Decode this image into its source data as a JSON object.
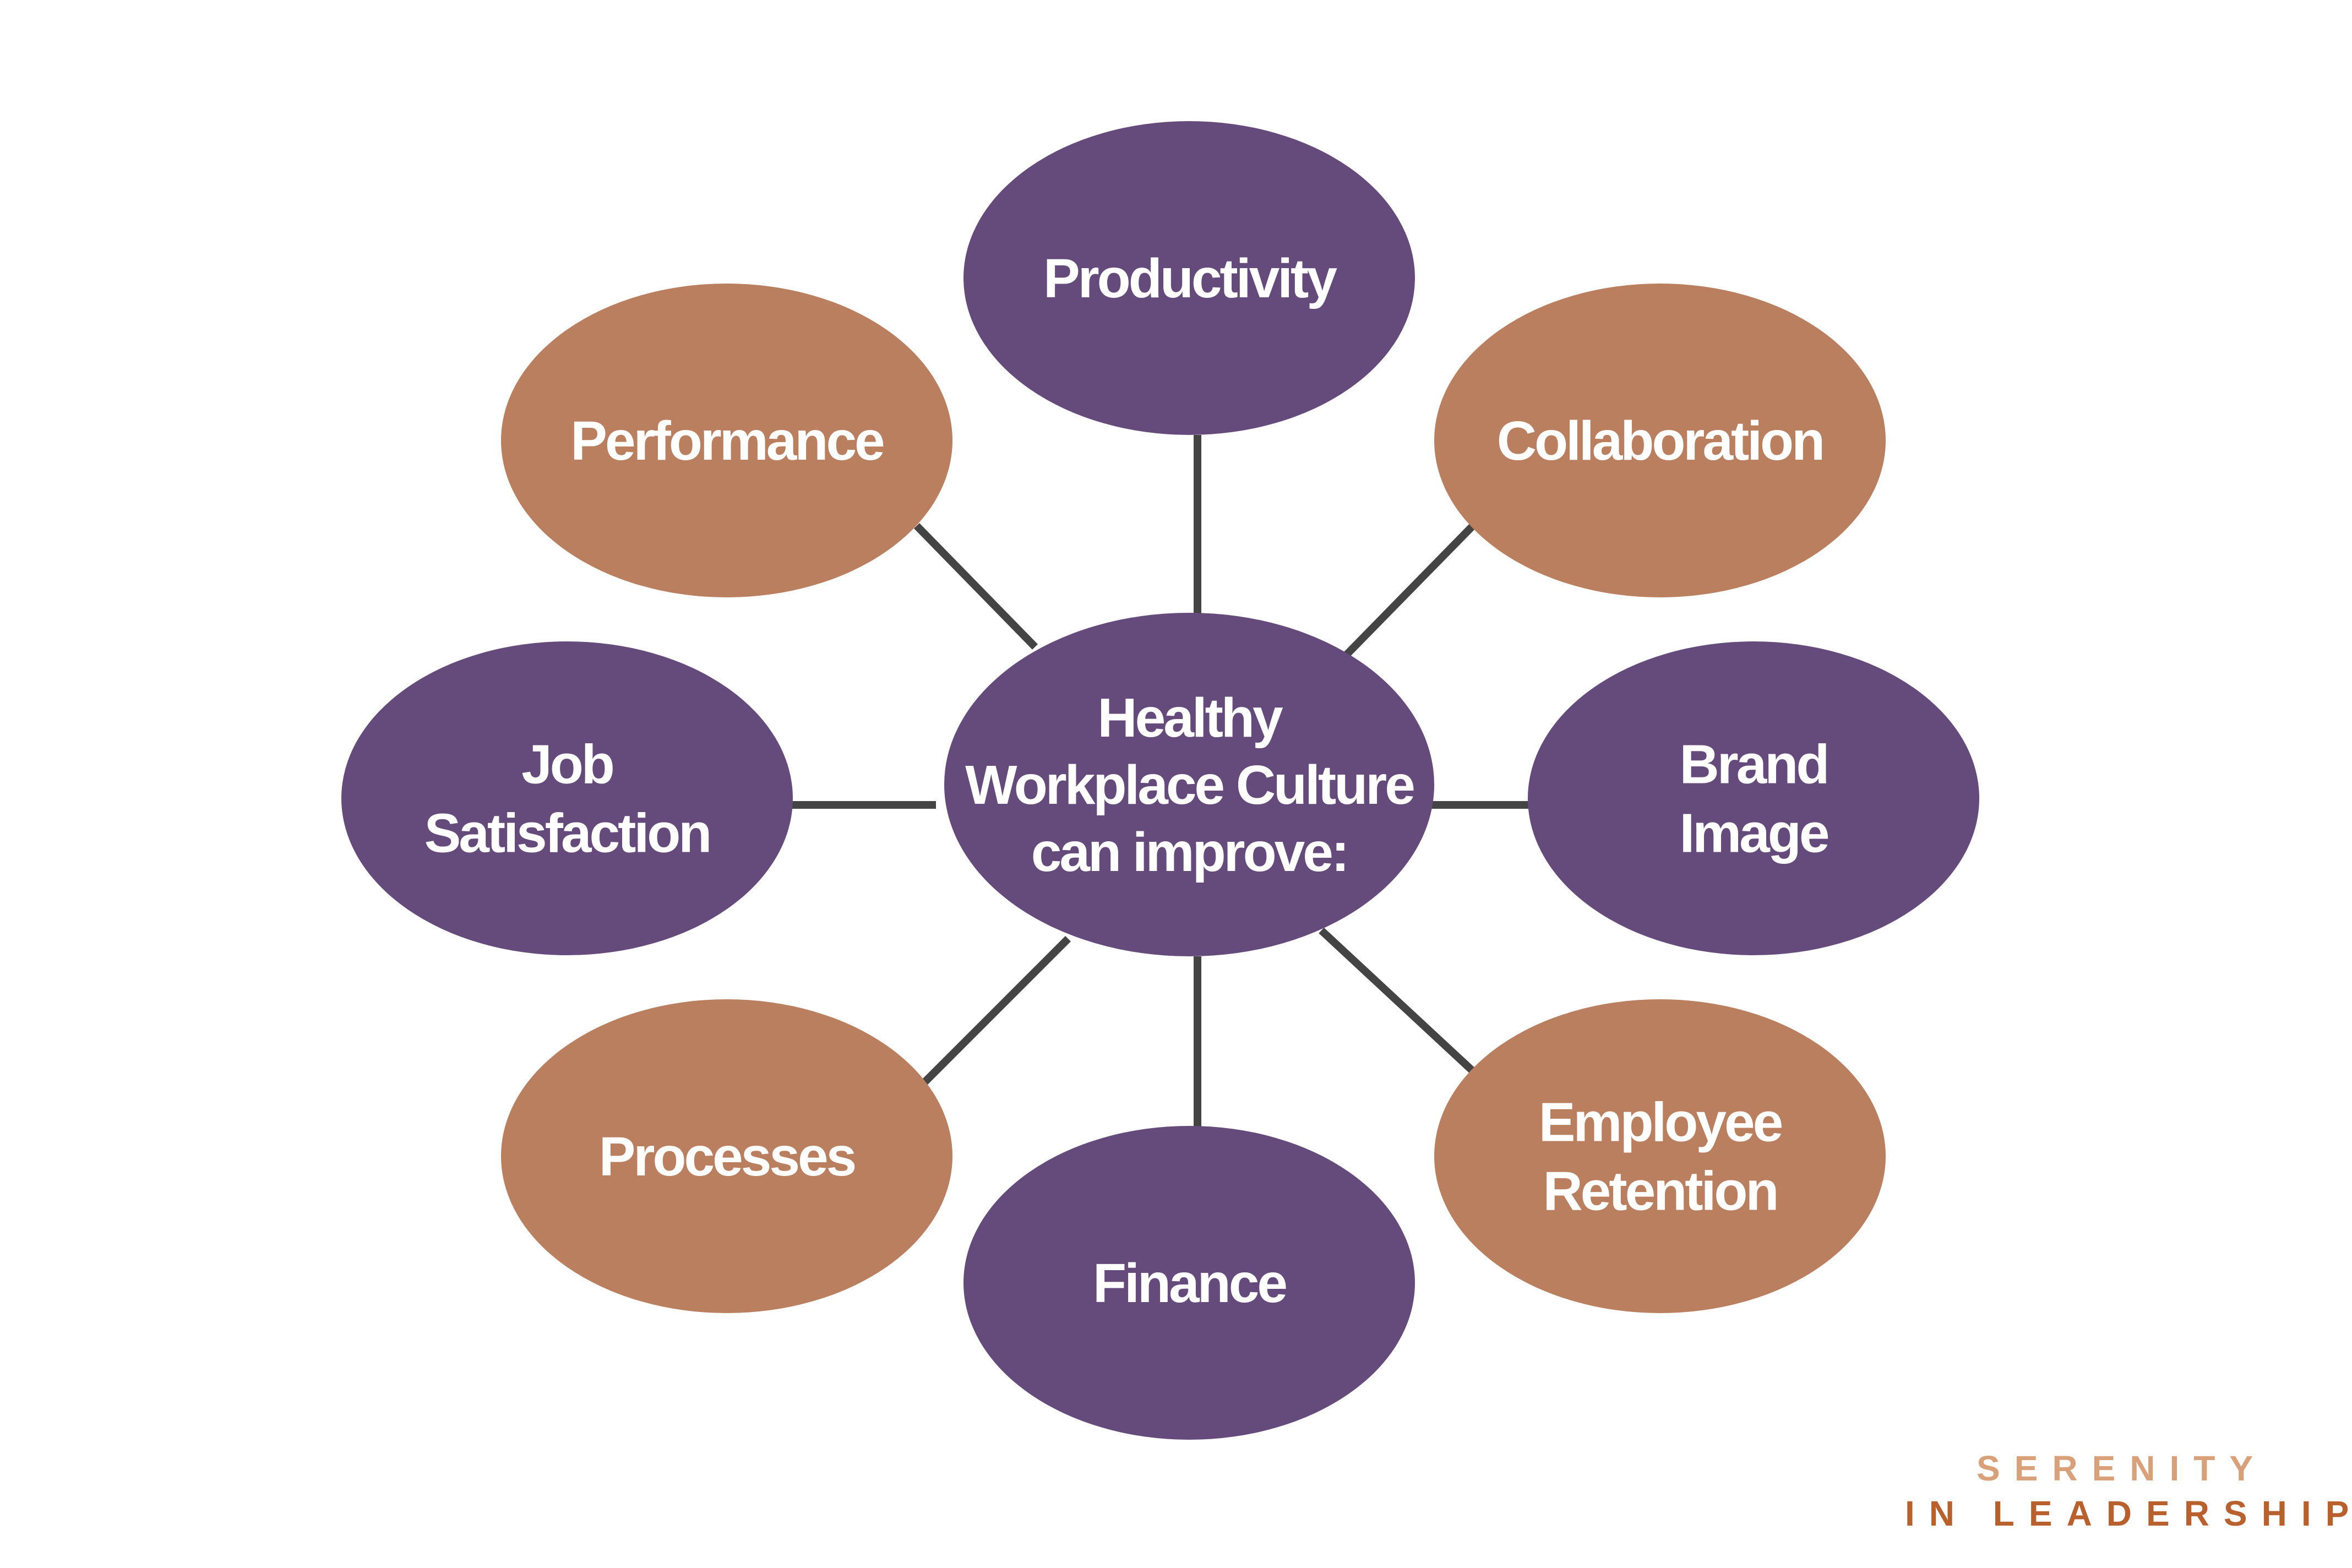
{
  "diagram": {
    "center": {
      "lines": [
        "Healthy",
        "Workplace Culture",
        "can improve:"
      ],
      "color": "#654b7c"
    },
    "nodes": [
      {
        "id": "productivity",
        "lines": [
          "Productivity"
        ],
        "color": "#654b7c"
      },
      {
        "id": "collaboration",
        "lines": [
          "Collaboration"
        ],
        "color": "#b97f5f"
      },
      {
        "id": "brand-image",
        "lines": [
          "Brand",
          "Image"
        ],
        "color": "#654b7c"
      },
      {
        "id": "employee-retention",
        "lines": [
          "Employee",
          "Retention"
        ],
        "color": "#b97f5f"
      },
      {
        "id": "finance",
        "lines": [
          "Finance"
        ],
        "color": "#654b7c"
      },
      {
        "id": "processes",
        "lines": [
          "Processes"
        ],
        "color": "#b97f5f"
      },
      {
        "id": "job-satisfaction",
        "lines": [
          "Job",
          "Satisfaction"
        ],
        "color": "#654b7c"
      },
      {
        "id": "performance",
        "lines": [
          "Performance"
        ],
        "color": "#b97f5f"
      }
    ],
    "connector_color": "#444444"
  },
  "branding": {
    "line1": "SERENITY",
    "line2": "IN LEADERSHIP"
  }
}
